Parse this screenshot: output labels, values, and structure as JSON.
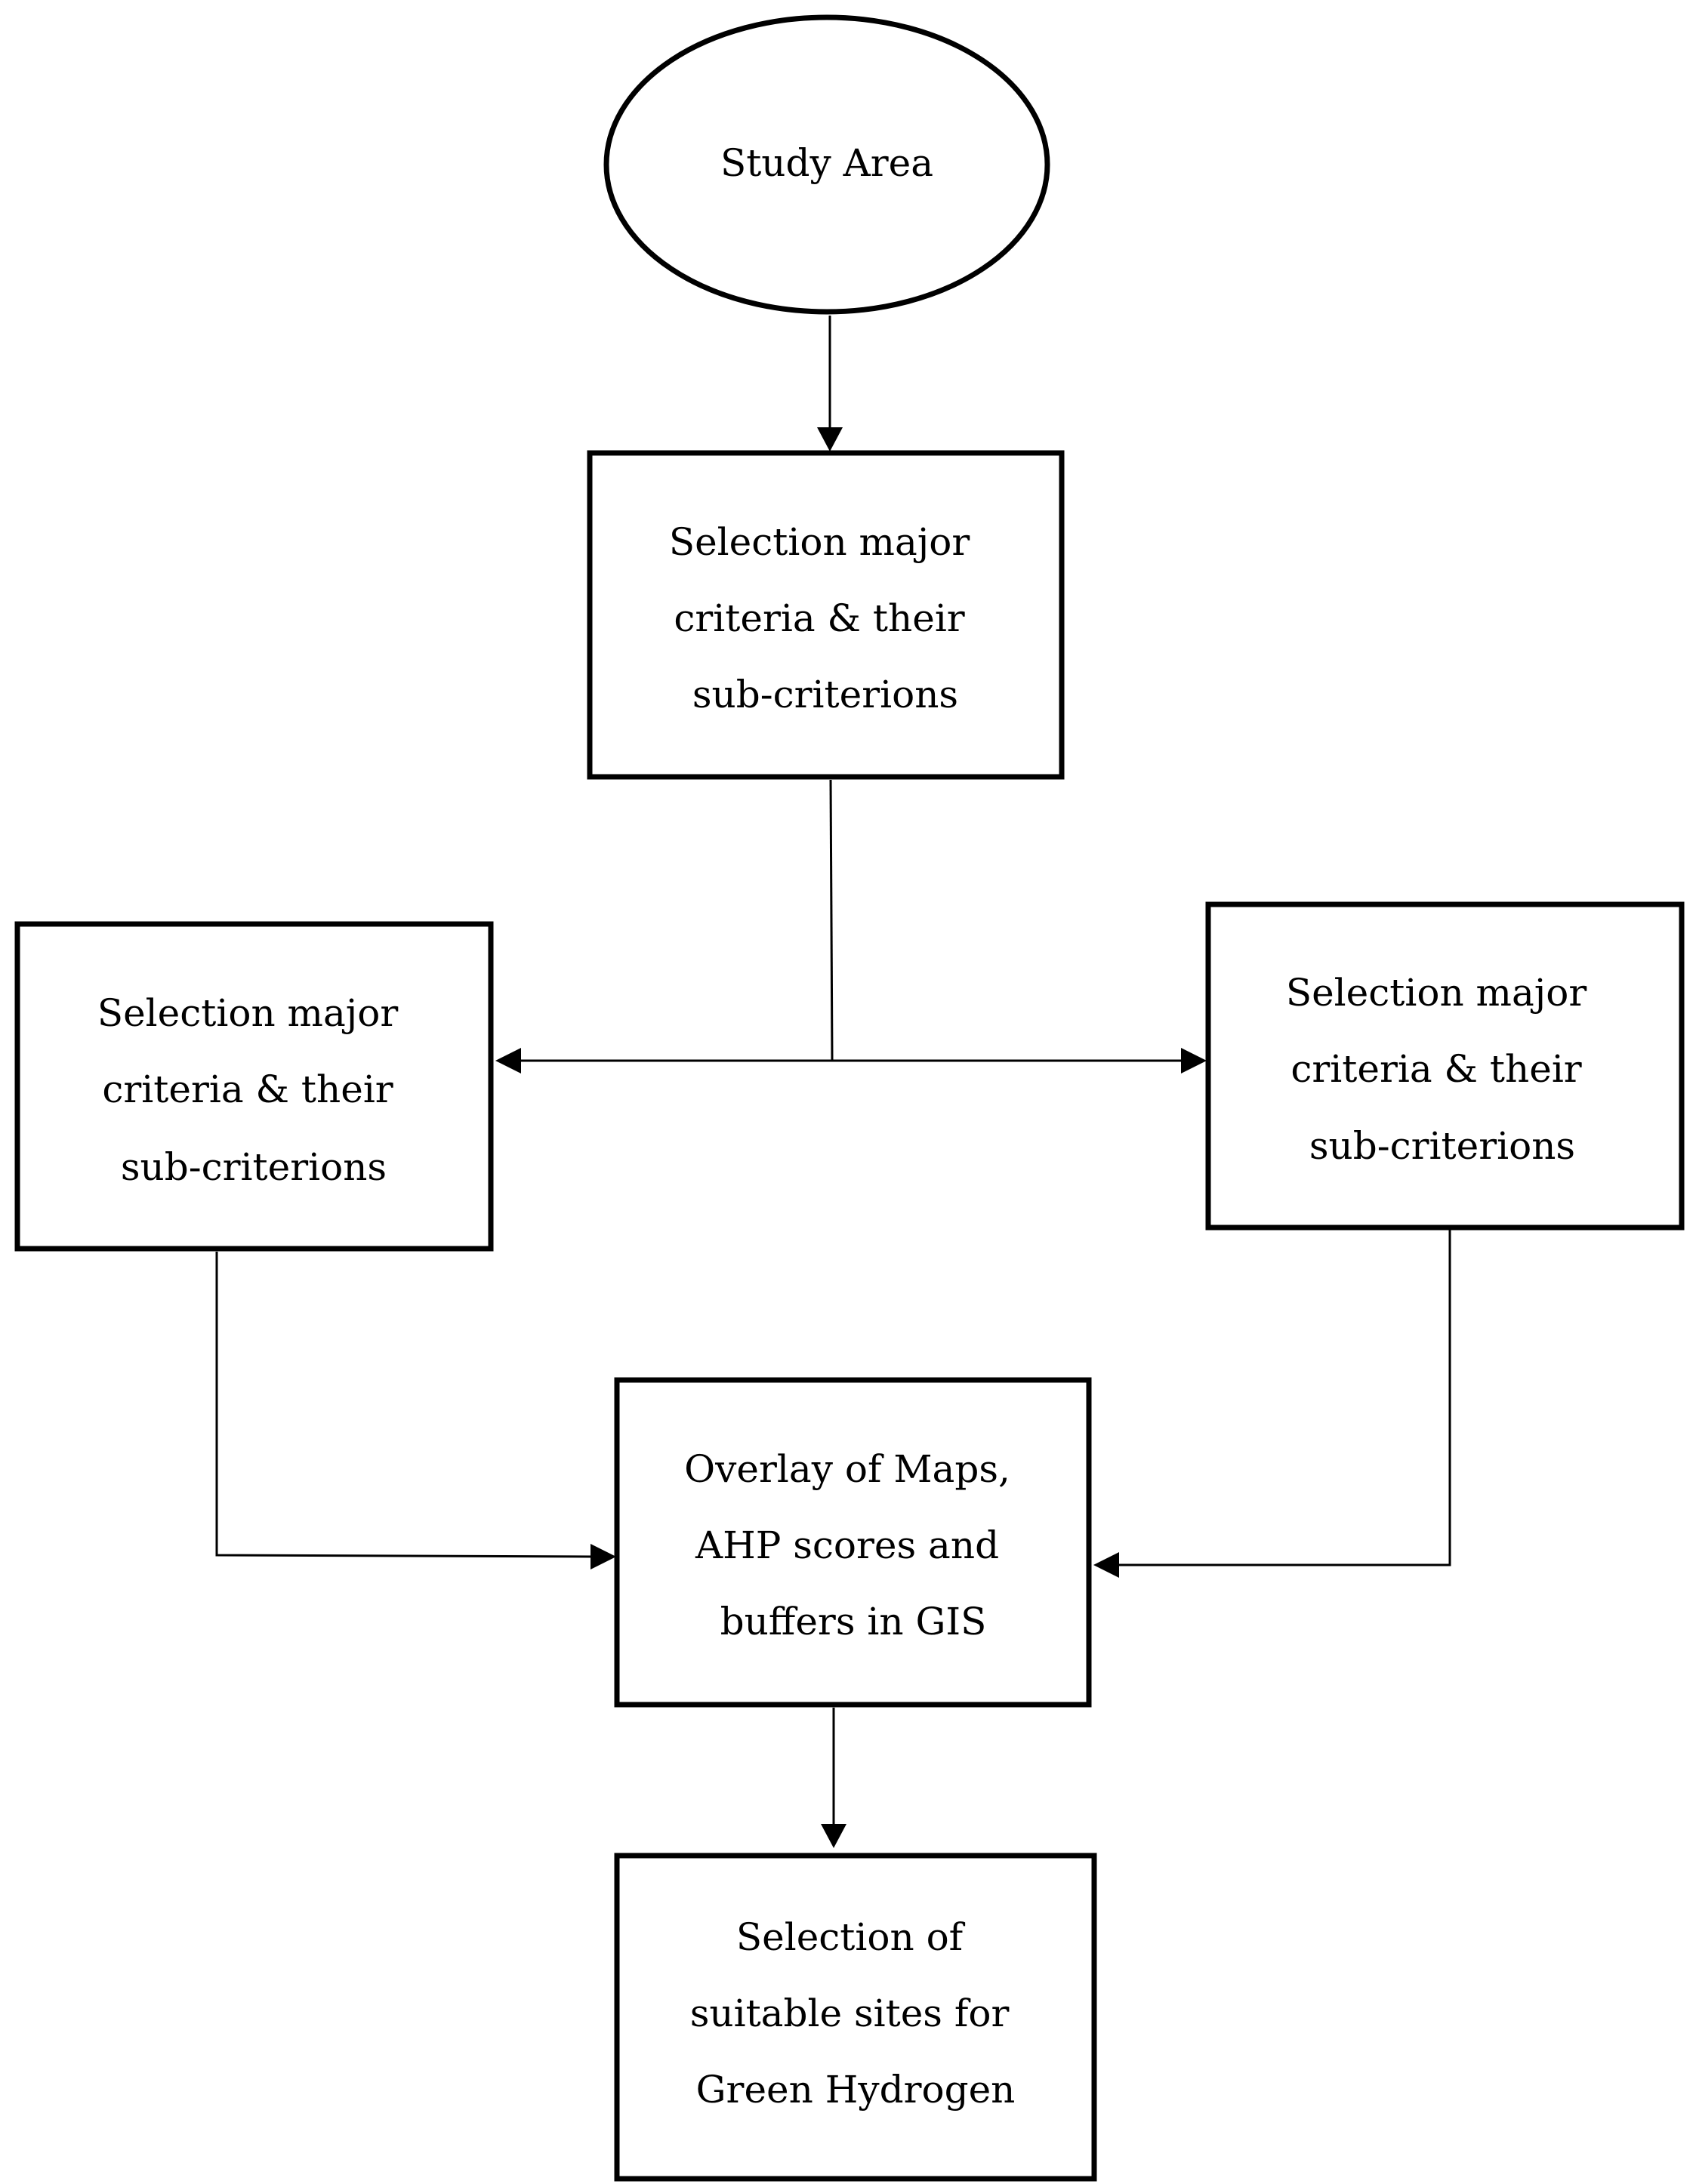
{
  "nodes": {
    "study_area": {
      "lines": [
        "Study Area"
      ]
    },
    "selection_top": {
      "lines": [
        "Selection major",
        "criteria & their",
        "sub-criterions"
      ]
    },
    "selection_left": {
      "lines": [
        "Selection major",
        "criteria & their",
        "sub-criterions"
      ]
    },
    "selection_right": {
      "lines": [
        "Selection major",
        "criteria & their",
        "sub-criterions"
      ]
    },
    "overlay": {
      "lines": [
        "Overlay of Maps,",
        "AHP scores and",
        "buffers in GIS"
      ]
    },
    "final": {
      "lines": [
        "Selection of",
        "suitable sites for",
        "Green Hydrogen"
      ]
    }
  }
}
